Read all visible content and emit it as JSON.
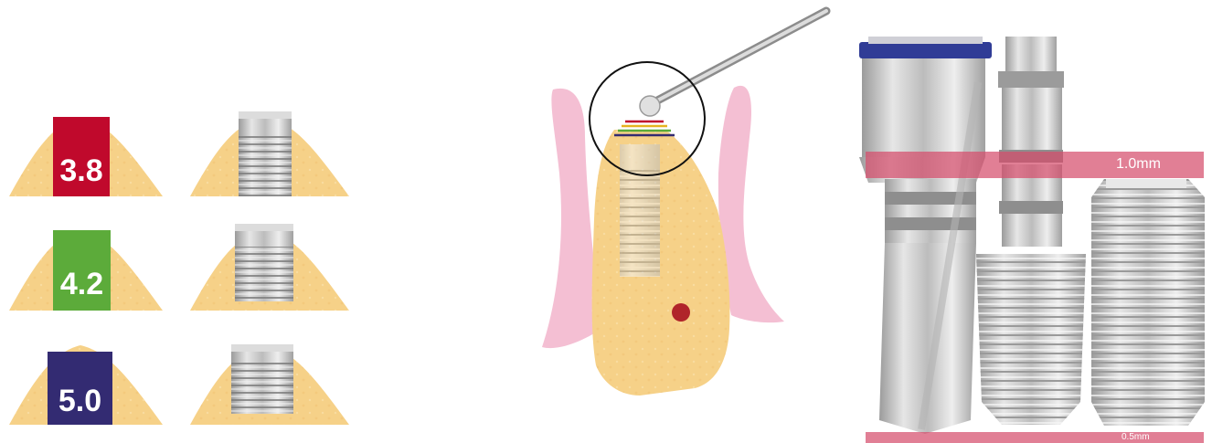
{
  "sizes": [
    {
      "label": "3.8",
      "color": "#c0092c"
    },
    {
      "label": "4.2",
      "color": "#5cab3a"
    },
    {
      "label": "5.0",
      "color": "#332b72"
    }
  ],
  "bone_color": "#f6d188",
  "gum_color": "#f4bfd3",
  "band_color": "#d64e6c",
  "bands": {
    "top_label": "1.0mm",
    "bottom_label": "0.5mm"
  }
}
